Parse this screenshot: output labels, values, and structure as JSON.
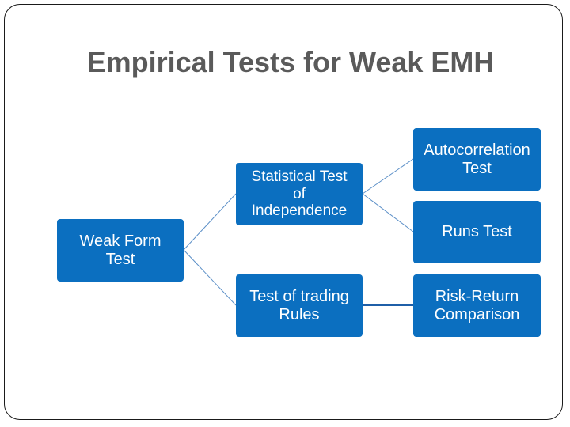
{
  "title": "Empirical Tests for Weak EMH",
  "colors": {
    "node_fill": "#0b6fc0",
    "node_text": "#ffffff",
    "connector": "#5b8fc7",
    "connector_strong": "#1f5fa8",
    "title_text": "#5a5a5a",
    "border": "#1a1a1a"
  },
  "diagram": {
    "root": "Weak Form\nTest",
    "level1": [
      "Statistical Test\nof\nIndependence",
      "Test of trading\nRules"
    ],
    "level2": [
      "Autocorrelation\nTest",
      "Runs Test",
      "Risk-Return\nComparison"
    ]
  }
}
